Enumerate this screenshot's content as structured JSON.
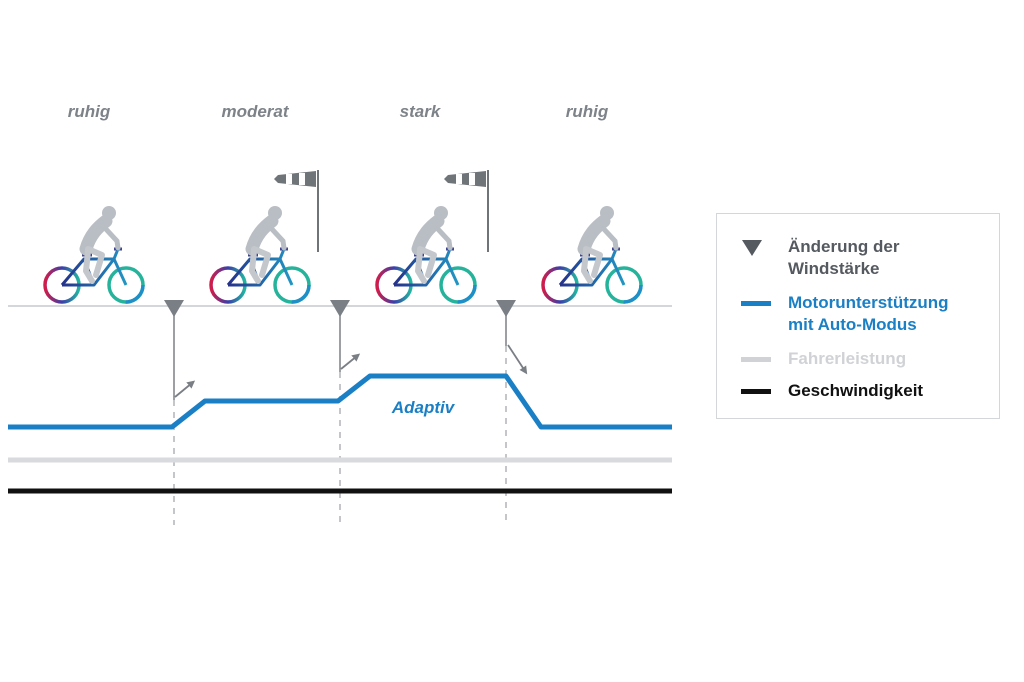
{
  "phases": [
    {
      "label": "ruhig"
    },
    {
      "label": "moderat"
    },
    {
      "label": "stark"
    },
    {
      "label": "ruhig"
    }
  ],
  "curve_label": "Adaptiv",
  "colors": {
    "motor": "#1a7fc4",
    "rider": "#d8dadd",
    "speed": "#111111",
    "marker": "#7a7f85",
    "phase_text": "#7d8389",
    "baseline": "#d4d7da"
  },
  "legend": {
    "items": [
      {
        "line1": "Änderung der",
        "line2": "Windstärke",
        "symbol": "triangle-down-icon",
        "color": "#555a60"
      },
      {
        "line1": "Motorunterstützung",
        "line2": "mit Auto-Modus",
        "symbol": "blue-line",
        "color": "#1a7fc4"
      },
      {
        "line1": "Fahrerleistung",
        "line2": "",
        "symbol": "gray-line",
        "color": "#d0d2d5"
      },
      {
        "line1": "Geschwindigkeit",
        "line2": "",
        "symbol": "black-line",
        "color": "#111111"
      }
    ]
  },
  "icons": [
    "cyclist-icon",
    "windsock-icon"
  ]
}
